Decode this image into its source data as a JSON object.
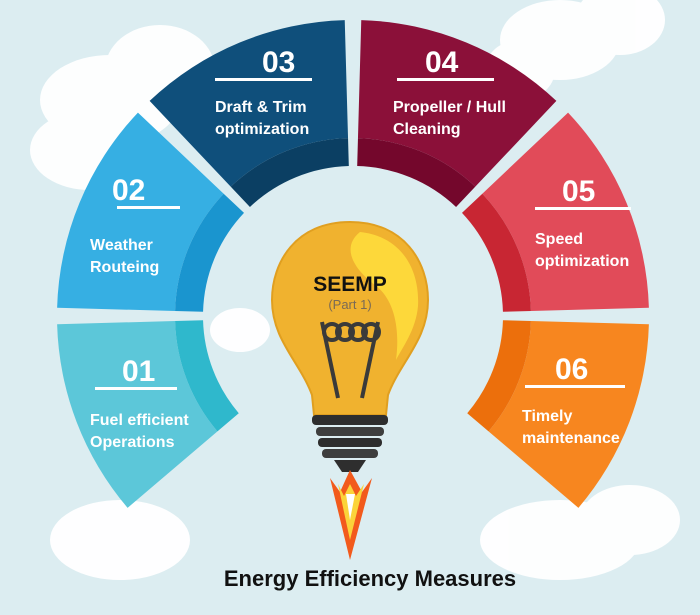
{
  "center": {
    "title": "SEEMP",
    "subtitle": "(Part 1)"
  },
  "footer_title": "Energy Efficiency Measures",
  "segments": [
    {
      "number": "01",
      "line1": "Fuel efficient",
      "line2": "Operations",
      "color": "#5cc7d9",
      "inner": "#2fb8cc"
    },
    {
      "number": "02",
      "line1": "Weather",
      "line2": "Routeing",
      "color": "#36afe3",
      "inner": "#1a95cf"
    },
    {
      "number": "03",
      "line1": "Draft & Trim",
      "line2": "optimization",
      "color": "#0f4f7b",
      "inner": "#0b3f63"
    },
    {
      "number": "04",
      "line1": "Propeller / Hull",
      "line2": "Cleaning",
      "color": "#8b1039",
      "inner": "#74072c"
    },
    {
      "number": "05",
      "line1": "Speed",
      "line2": "optimization",
      "color": "#e14b59",
      "inner": "#c82633"
    },
    {
      "number": "06",
      "line1": "Timely",
      "line2": "maintenance",
      "color": "#f7861f",
      "inner": "#ec6f0c"
    }
  ]
}
